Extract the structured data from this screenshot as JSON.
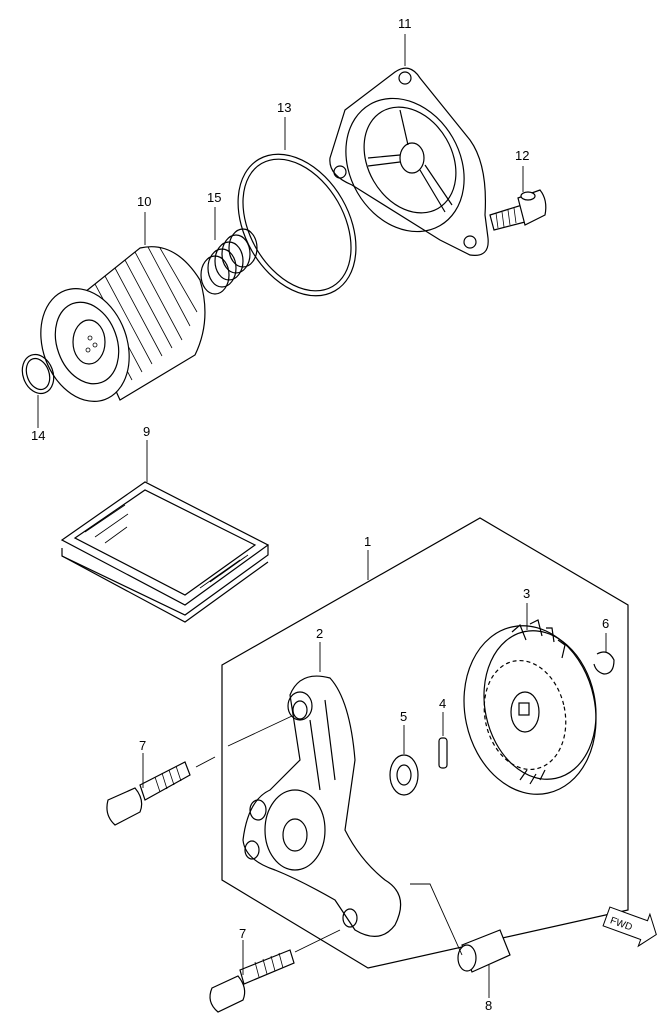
{
  "labels": {
    "p1": "1",
    "p2": "2",
    "p3": "3",
    "p4": "4",
    "p5": "5",
    "p6": "6",
    "p7a": "7",
    "p7b": "7",
    "p8": "8",
    "p9": "9",
    "p10": "10",
    "p11": "11",
    "p12": "12",
    "p13": "13",
    "p14": "14",
    "p15": "15"
  },
  "fwd_mark": "FWD"
}
